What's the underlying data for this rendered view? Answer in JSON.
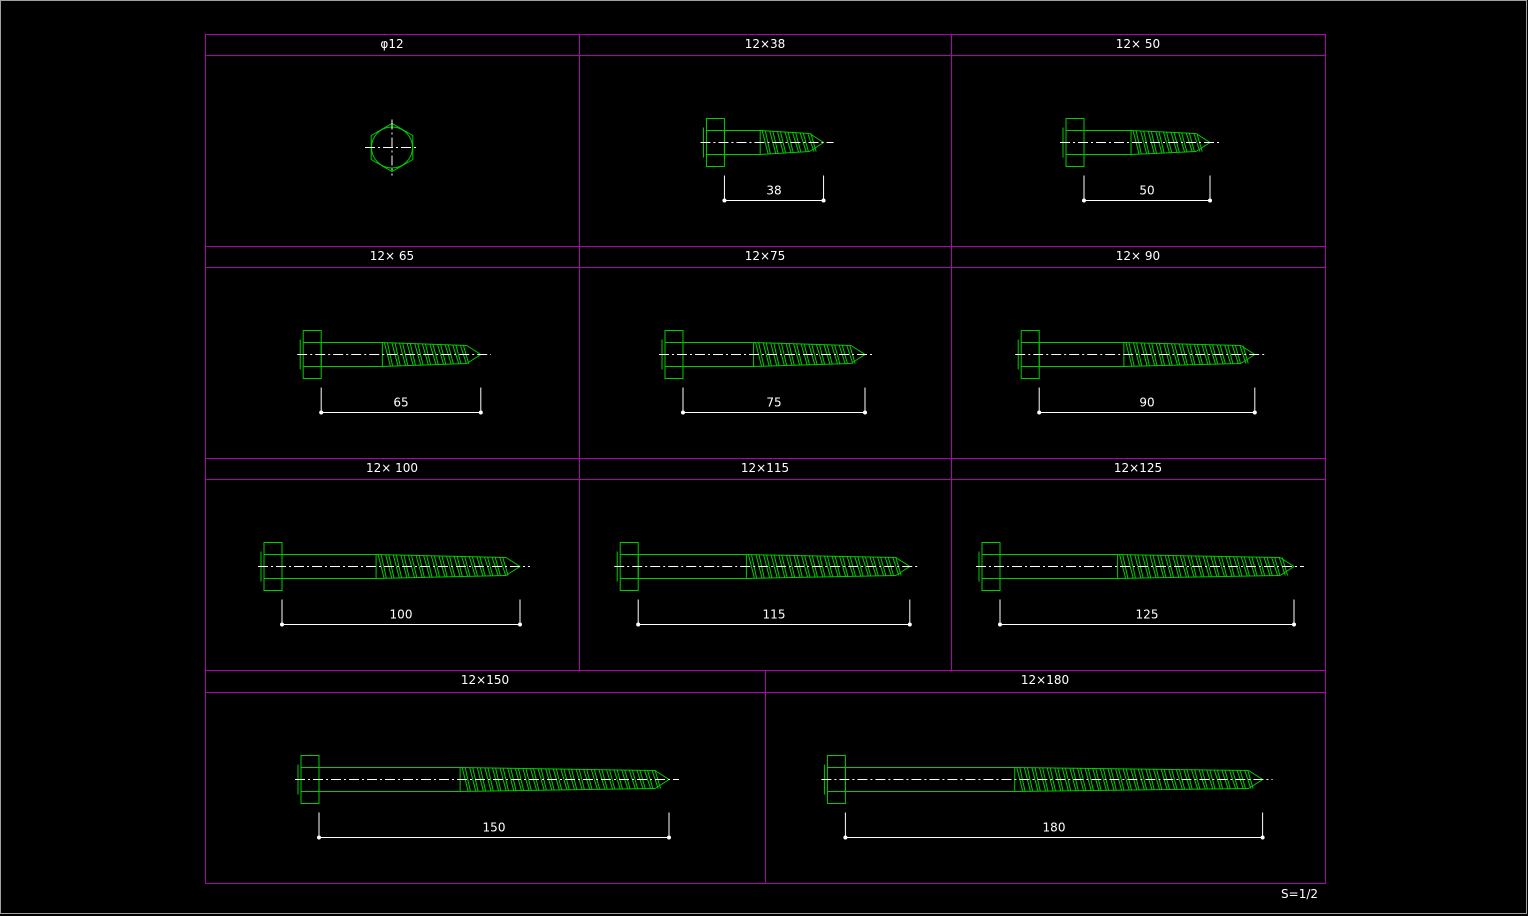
{
  "drawing": {
    "scale_label": "S=1/2",
    "colors": {
      "background": "#000000",
      "frame": "#b000b0",
      "screw": "#00cc00",
      "text": "#ffffff"
    },
    "cells": [
      {
        "title": "φ12",
        "kind": "head-view"
      },
      {
        "title": "12×38",
        "kind": "screw",
        "length": 38,
        "dim_label": "38"
      },
      {
        "title": "12× 50",
        "kind": "screw",
        "length": 50,
        "dim_label": "50"
      },
      {
        "title": "12× 65",
        "kind": "screw",
        "length": 65,
        "dim_label": "65"
      },
      {
        "title": "12×75",
        "kind": "screw",
        "length": 75,
        "dim_label": "75"
      },
      {
        "title": "12× 90",
        "kind": "screw",
        "length": 90,
        "dim_label": "90"
      },
      {
        "title": "12× 100",
        "kind": "screw",
        "length": 100,
        "dim_label": "100"
      },
      {
        "title": "12×115",
        "kind": "screw",
        "length": 115,
        "dim_label": "115"
      },
      {
        "title": "12×125",
        "kind": "screw",
        "length": 125,
        "dim_label": "125"
      },
      {
        "title": "12×150",
        "kind": "screw",
        "length": 150,
        "dim_label": "150"
      },
      {
        "title": "12×180",
        "kind": "screw",
        "length": 180,
        "dim_label": "180"
      }
    ]
  }
}
